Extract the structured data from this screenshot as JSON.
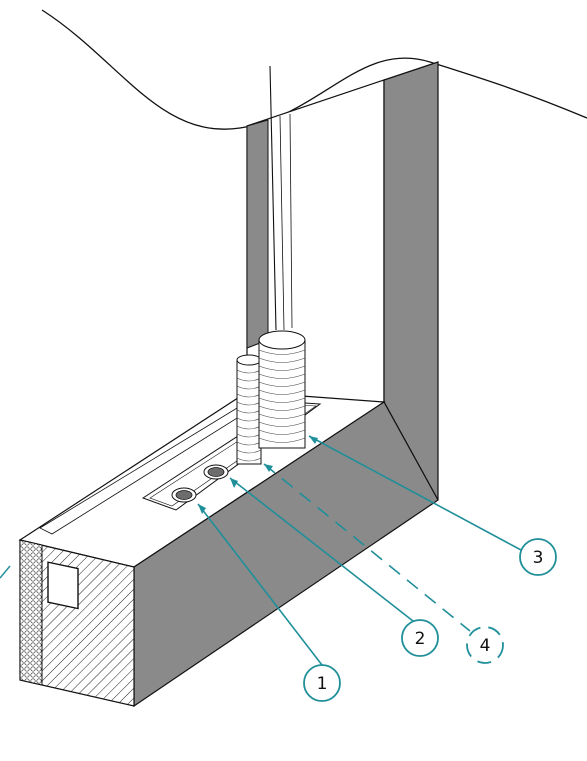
{
  "callouts": [
    {
      "label": "1",
      "style": "solid"
    },
    {
      "label": "2",
      "style": "solid"
    },
    {
      "label": "3",
      "style": "solid"
    },
    {
      "label": "4",
      "style": "dashed"
    }
  ],
  "colors": {
    "leader_line": "#1f8f9a",
    "wall": "#8a8a8a",
    "wall_dark": "#6d6d6d",
    "outline": "#111111"
  }
}
